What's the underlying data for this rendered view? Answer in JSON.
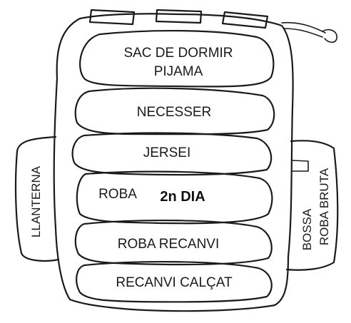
{
  "backpack": {
    "compartments": [
      {
        "lines": [
          "SAC DE DORMIR",
          "PIJAMA"
        ]
      },
      {
        "lines": [
          "NECESSER"
        ]
      },
      {
        "lines": [
          "JERSEI"
        ]
      },
      {
        "lines": [
          "ROBA"
        ],
        "emphasis": "2n DIA"
      },
      {
        "lines": [
          "ROBA RECANVI"
        ]
      },
      {
        "lines": [
          "RECANVI CALÇAT"
        ]
      }
    ],
    "left_pocket": "LLANTERNA",
    "right_pocket": {
      "line1": "ROBA BRUTA",
      "line2": "BOSSA"
    }
  }
}
